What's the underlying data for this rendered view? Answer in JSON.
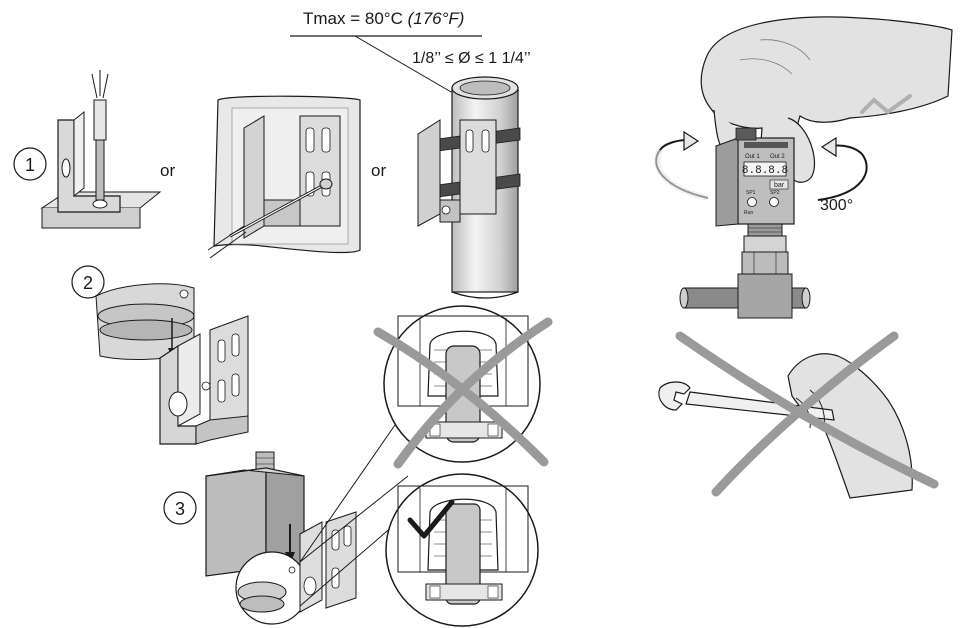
{
  "header": {
    "tmax_main": "Tmax = 80°C",
    "tmax_alt": "(176°F)",
    "diameter_range": "1/8’’ ≤ Ø ≤ 1 1/4’’"
  },
  "steps": {
    "step1": "1",
    "step2": "2",
    "step3": "3"
  },
  "options": {
    "or_1": "or",
    "or_2": "or"
  },
  "device": {
    "display": "8.8.8.8",
    "unit": "bar",
    "out1": "Out 1",
    "out2": "Out 2",
    "sp1": "SP1",
    "sp2": "SP2",
    "run": "Run",
    "rotation": "300°"
  },
  "colors": {
    "line": "#1a1a1a",
    "metal_light": "#dcdcdc",
    "metal_mid": "#bdbdbd",
    "metal_dark": "#8a8a8a",
    "cross": "#9a9a9a",
    "check": "#a8a8a8"
  }
}
